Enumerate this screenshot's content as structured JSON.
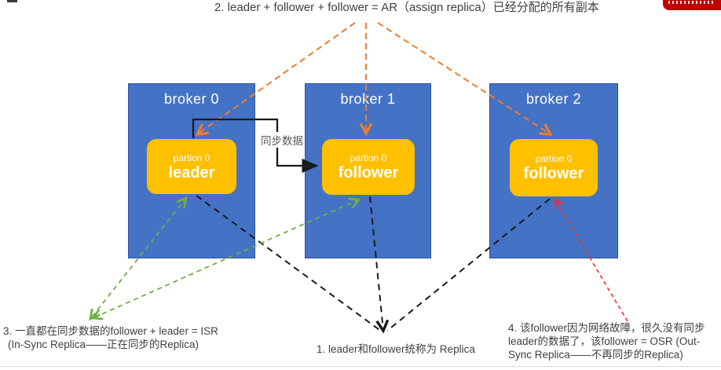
{
  "colors": {
    "broker_fill": "#4472c4",
    "broker_border": "#2f5597",
    "partition_fill": "#ffc000",
    "ar_line": "#ed7d31",
    "isr_line": "#70ad47",
    "osr_line": "#fb2a2a",
    "replica_line": "#1a1a1a",
    "note_text": "#3f3f3f",
    "badge_fill": "#c00000"
  },
  "annotations": {
    "ar_note": "2. leader + follower + follower = AR（assign replica）已经分配的所有副本",
    "replica_note": "1. leader和follower统称为 Replica",
    "isr_note_line1": "3. 一直都在同步数据的follower + leader = ISR",
    "isr_note_line2": "(In-Sync Replica——正在同步的Replica)",
    "osr_note_line1": "4. 该follower因为网络故障，很久没有同步",
    "osr_note_line2": "leader的数据了，该follower = OSR (Out-",
    "osr_note_line3": "Sync Replica——不再同步的Replica)",
    "sync_label": "同步数据"
  },
  "brokers": [
    {
      "title": "broker 0",
      "partition_label": "partion 0",
      "role": "leader"
    },
    {
      "title": "broker 1",
      "partition_label": "partion 0",
      "role": "follower"
    },
    {
      "title": "broker 2",
      "partition_label": "partion 0",
      "role": "follower"
    }
  ],
  "watermark_badge": {
    "text": ""
  }
}
